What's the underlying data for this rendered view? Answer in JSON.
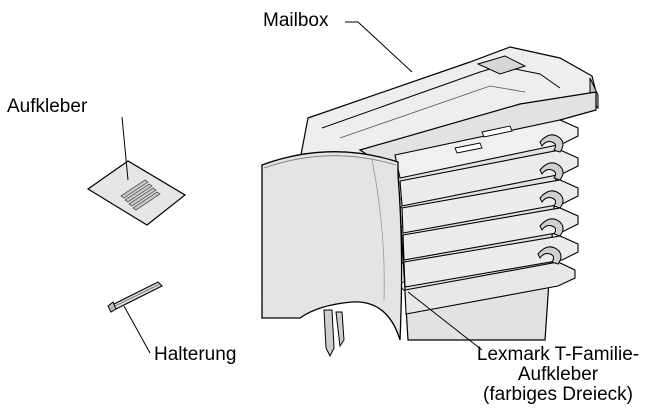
{
  "labels": {
    "mailbox": "Mailbox",
    "sticker": "Aufkleber",
    "holder": "Halterung",
    "lexmark_line1": "Lexmark T-Familie-",
    "lexmark_line2": "Aufkleber",
    "lexmark_line3": "(farbiges Dreieck)"
  },
  "icons": {
    "sticker": "sticker-sheet-icon",
    "holder": "bracket-rod-icon",
    "mailbox": "mailbox-unit-icon"
  },
  "colors": {
    "line": "#000000",
    "fill_light": "#e8e8e8",
    "fill_mid": "#d0d0d0",
    "fill_dark": "#b8b8b8",
    "background": "#ffffff"
  }
}
